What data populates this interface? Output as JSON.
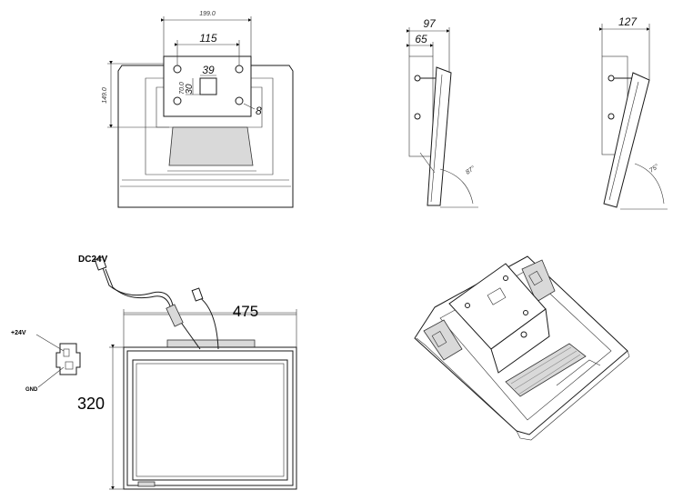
{
  "views": {
    "rear": {
      "width_top": "199.0",
      "hole_spacing": "115",
      "window_width": "39",
      "height_left": "149.0",
      "small_a": "70.0",
      "small_b": "30",
      "screw": "8"
    },
    "side_a": {
      "outer": "97",
      "inner": "65",
      "angle": "87°"
    },
    "side_b": {
      "outer": "127",
      "angle": "75°"
    },
    "front": {
      "width": "475",
      "height": "320"
    },
    "wiring": {
      "power": "DC24V",
      "positive": "+24V",
      "ground": "GND"
    }
  }
}
